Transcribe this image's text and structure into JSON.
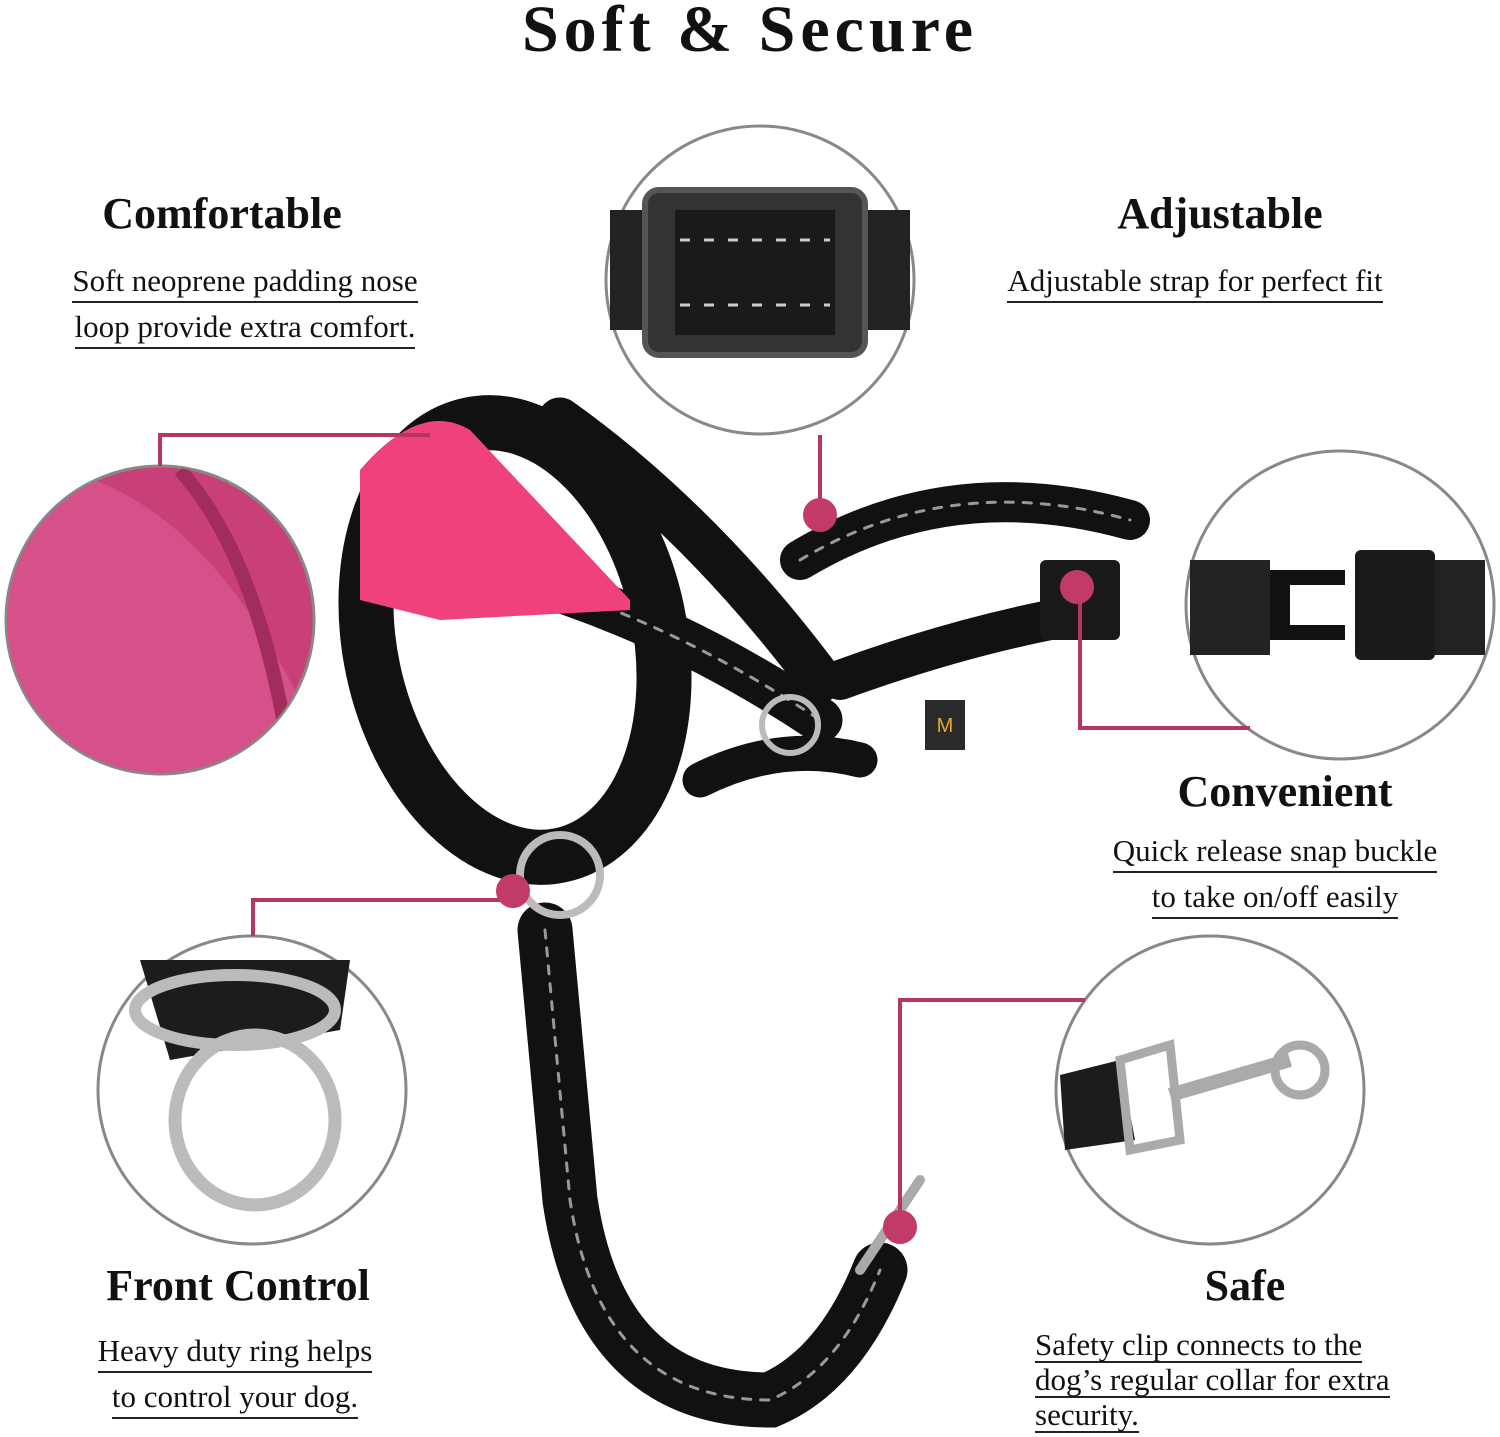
{
  "title": "Soft & Secure",
  "accent_color": "#b5365f",
  "features": {
    "comfortable": {
      "heading": "Comfortable",
      "lines": [
        "Soft neoprene padding nose",
        "loop provide extra comfort."
      ]
    },
    "adjustable": {
      "heading": "Adjustable",
      "lines": [
        "Adjustable strap for perfect fit"
      ]
    },
    "convenient": {
      "heading": "Convenient",
      "lines": [
        "Quick release snap buckle",
        "to take on/off easily"
      ]
    },
    "front_control": {
      "heading": "Front Control",
      "lines": [
        "Heavy duty ring helps",
        "to control your dog."
      ]
    },
    "safe": {
      "heading": "Safe",
      "lines": [
        "Safety clip connects to the",
        "dog’s regular collar for extra",
        "security."
      ]
    }
  },
  "size_tag": "M"
}
